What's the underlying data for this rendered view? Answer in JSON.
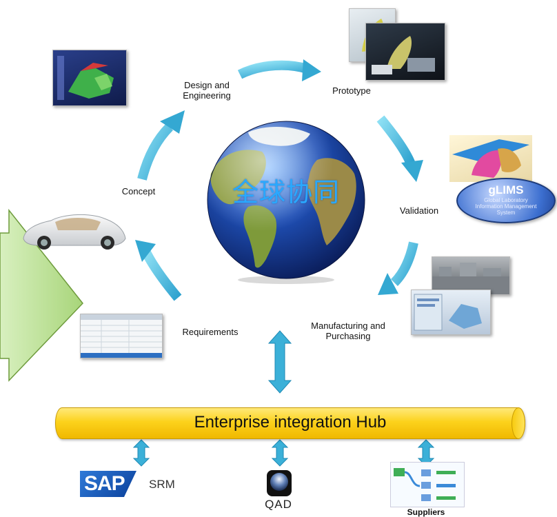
{
  "center": {
    "text": "全球协同"
  },
  "cycle": {
    "design": "Design and Engineering",
    "prototype": "Prototype",
    "validation": "Validation",
    "manufacturing": "Manufacturing and Purchasing",
    "requirements": "Requirements",
    "concept": "Concept"
  },
  "glims": {
    "title": "gLIMS",
    "subtitle": "Global Laboratory Information Management System"
  },
  "hub": {
    "label": "Enterprise integration Hub"
  },
  "systems": {
    "sap": "SAP",
    "srm": "SRM",
    "qad": "QAD",
    "suppliers": "Suppliers"
  },
  "colors": {
    "cycle_arrow": "#3bb0d8",
    "hub": "#fcd21c",
    "big_arrow": "#b8dc8c",
    "globe_text": "#2aa8ff"
  }
}
